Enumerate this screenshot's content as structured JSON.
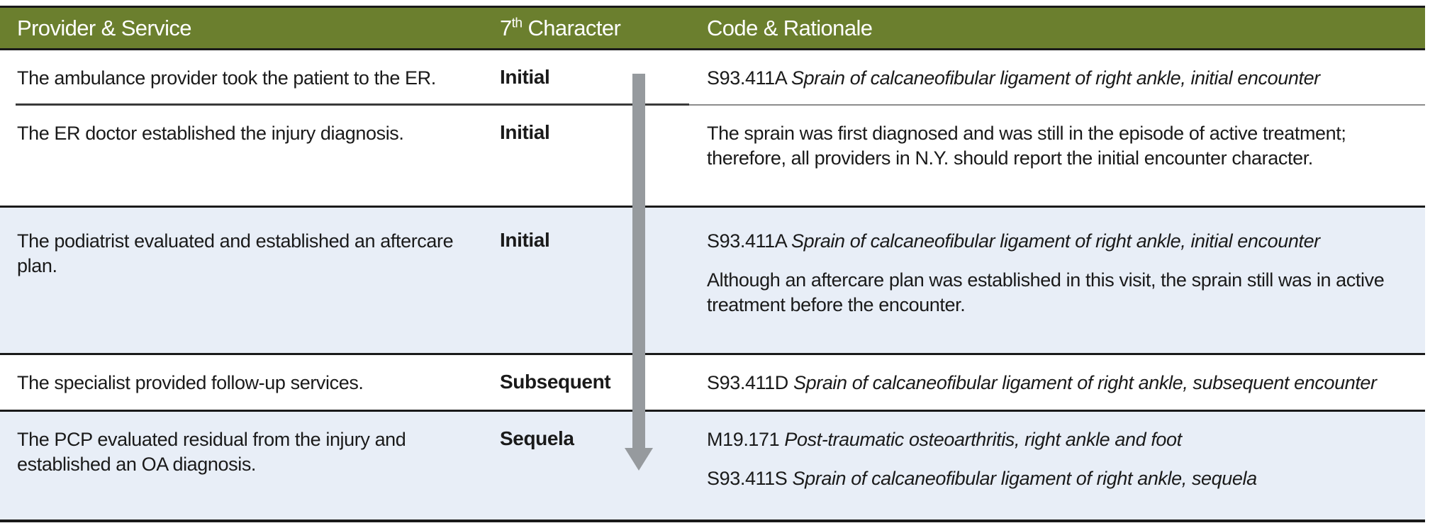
{
  "table": {
    "columns": [
      {
        "id": "provider",
        "label": "Provider & Service"
      },
      {
        "id": "character",
        "label_pre": "7",
        "label_sup": "th",
        "label_post": " Character"
      },
      {
        "id": "rationale",
        "label": "Code & Rationale"
      }
    ],
    "header_background": "#6B7F2E",
    "header_text_color": "#FFFFFF",
    "shaded_row_background": "#E8EEF7",
    "plain_row_background": "#FFFFFF",
    "arrow_color": "#969A9E",
    "rows": [
      {
        "provider": "The ambulance provider took the patient to the ER.",
        "character": "Initial",
        "rationale_blocks": [
          {
            "code": "S93.411A",
            "description": "Sprain of calcaneofibular ligament of right ankle, initial encounter"
          }
        ],
        "shaded": false
      },
      {
        "provider": "The ER doctor established the injury diagnosis.",
        "character": "Initial",
        "rationale_blocks": [
          {
            "text": "The sprain was first diagnosed and was still in the episode of active treatment; therefore, all providers in N.Y. should report the initial encounter character."
          }
        ],
        "shaded": false
      },
      {
        "provider": "The podiatrist evaluated and established an aftercare plan.",
        "character": "Initial",
        "rationale_blocks": [
          {
            "code": "S93.411A",
            "description": "Sprain of calcaneofibular ligament of right ankle, initial encounter"
          },
          {
            "text": "Although an aftercare plan was established in this visit, the sprain still was in active treatment before the encounter."
          }
        ],
        "shaded": true
      },
      {
        "provider": "The specialist provided follow-up services.",
        "character": "Subsequent",
        "rationale_blocks": [
          {
            "code": "S93.411D",
            "description": "Sprain of calcaneofibular ligament of right ankle, subsequent encounter"
          }
        ],
        "shaded": false
      },
      {
        "provider": "The PCP evaluated residual from the injury and established an OA diagnosis.",
        "character": "Sequela",
        "rationale_blocks": [
          {
            "code": "M19.171",
            "description": "Post-traumatic osteoarthritis, right ankle and foot"
          },
          {
            "code": "S93.411S",
            "description": "Sprain of calcaneofibular ligament of right ankle, sequela"
          }
        ],
        "shaded": true
      }
    ]
  }
}
